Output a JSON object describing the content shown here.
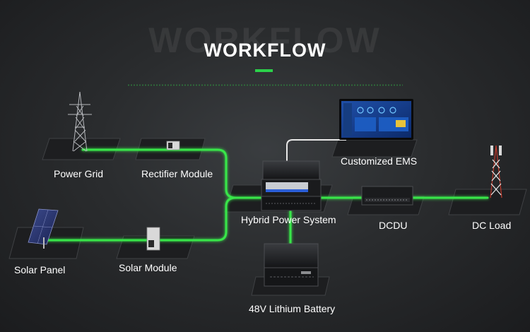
{
  "header": {
    "title": "WORKFLOW",
    "watermark": "WORKFLOW"
  },
  "nodes": {
    "power_grid": "Power Grid",
    "rectifier_module": "Rectifier Module",
    "customized_ems": "Customized EMS",
    "hybrid_power_system": "Hybrid Power System",
    "dcdu": "DCDU",
    "dc_load": "DC Load",
    "solar_panel": "Solar Panel",
    "solar_module": "Solar Module",
    "lithium_battery": "48V Lithium Battery"
  },
  "colors": {
    "flow_line": "#39e64a",
    "accent": "#2bd14a",
    "background": "#2a2c2e"
  },
  "icons": [
    "tower-icon",
    "rectifier-icon",
    "monitor-icon",
    "cabinet-icon",
    "dcdu-icon",
    "antenna-icon",
    "solar-panel-icon",
    "solar-module-icon",
    "battery-icon"
  ]
}
